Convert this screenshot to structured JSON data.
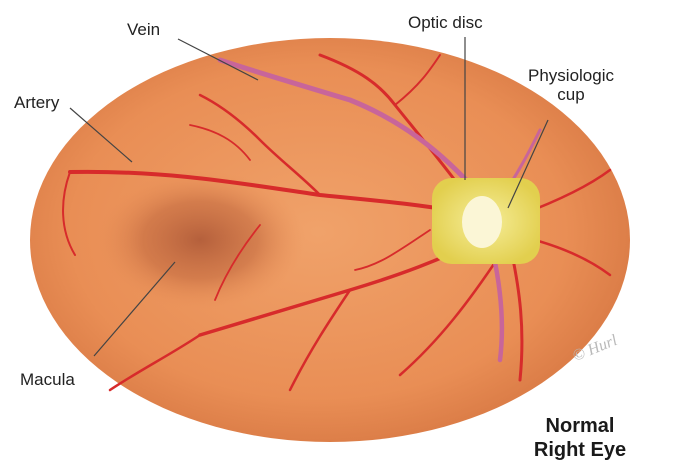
{
  "labels": {
    "vein": "Vein",
    "optic_disc": "Optic disc",
    "physiologic_cup_line1": "Physiologic",
    "physiologic_cup_line2": "cup",
    "artery": "Artery",
    "macula": "Macula"
  },
  "title": {
    "line1": "Normal",
    "line2": "Right Eye"
  },
  "signature": "© Hurl",
  "colors": {
    "fundus": "#e98e55",
    "fundus_edge": "#d97a45",
    "macula": "#b25d3a",
    "artery": "#d72b2b",
    "vein": "#c8659a",
    "disc": "#ece070",
    "cup": "#fbf6d6"
  }
}
